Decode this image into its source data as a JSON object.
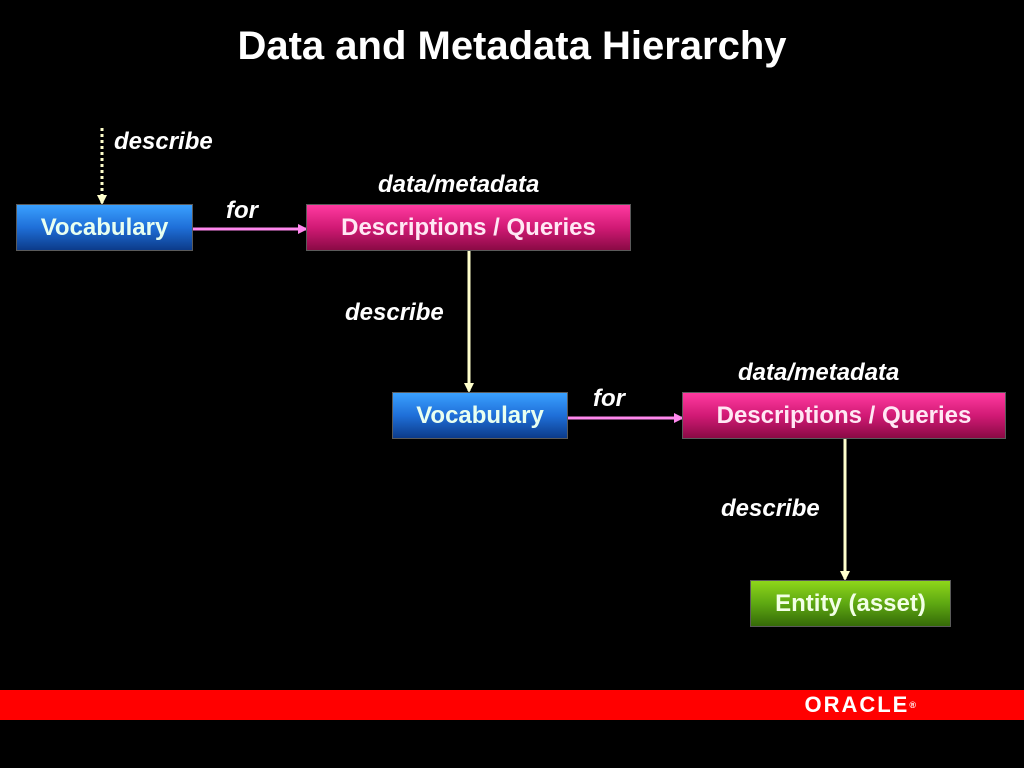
{
  "title": "Data and Metadata Hierarchy",
  "labels": {
    "describe_top": "describe",
    "data_metadata_1": "data/metadata",
    "for_1": "for",
    "describe_mid": "describe",
    "data_metadata_2": "data/metadata",
    "for_2": "for",
    "describe_bottom": "describe"
  },
  "boxes": {
    "vocabulary_1": "Vocabulary",
    "descriptions_1": "Descriptions / Queries",
    "vocabulary_2": "Vocabulary",
    "descriptions_2": "Descriptions / Queries",
    "entity": "Entity (asset)"
  },
  "footer": {
    "logo_text": "ORACLE",
    "logo_mark": "®"
  },
  "colors": {
    "background": "#000000",
    "vocabulary": "#1f6fd8",
    "descriptions": "#d11a75",
    "entity": "#5ea812",
    "for_arrow": "#ff88ee",
    "describe_arrow": "#ffffcc",
    "footer_bar": "#ff0000"
  }
}
